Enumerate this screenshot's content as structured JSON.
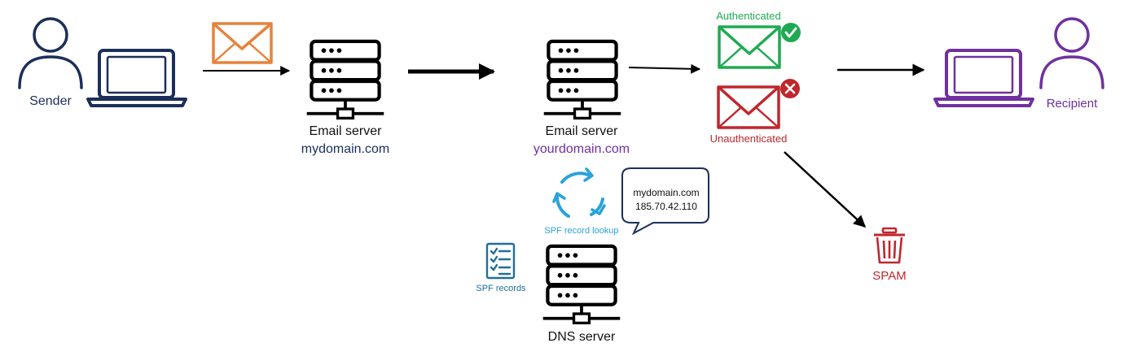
{
  "sender": {
    "label": "Sender",
    "color": "#1c2f5a"
  },
  "recipient": {
    "label": "Recipient",
    "color": "#7030a0"
  },
  "sending_server": {
    "title": "Email server",
    "domain": "mydomain.com"
  },
  "receiving_server": {
    "title": "Email server",
    "domain": "yourdomain.com"
  },
  "authenticated": {
    "label": "Authenticated",
    "color": "#1faa52"
  },
  "unauthenticated": {
    "label": "Unauthenticated",
    "color": "#c0272d"
  },
  "dns_server": {
    "label": "DNS server"
  },
  "spf_lookup": {
    "label": "SPF record lookup",
    "color": "#29a3da"
  },
  "spf_records": {
    "label": "SPF records",
    "color": "#1f6e9a"
  },
  "spf_bubble": {
    "domain": "mydomain.com",
    "ip": "185.70.42.110"
  },
  "spam": {
    "label": "SPAM",
    "color": "#c0272d"
  },
  "icons": {
    "sender_avatar": "person-icon",
    "sender_computer": "laptop-icon",
    "outgoing_mail": "envelope-icon",
    "trash": "trash-can-icon",
    "lookup": "refresh-cycle-icon",
    "records": "checklist-icon"
  }
}
